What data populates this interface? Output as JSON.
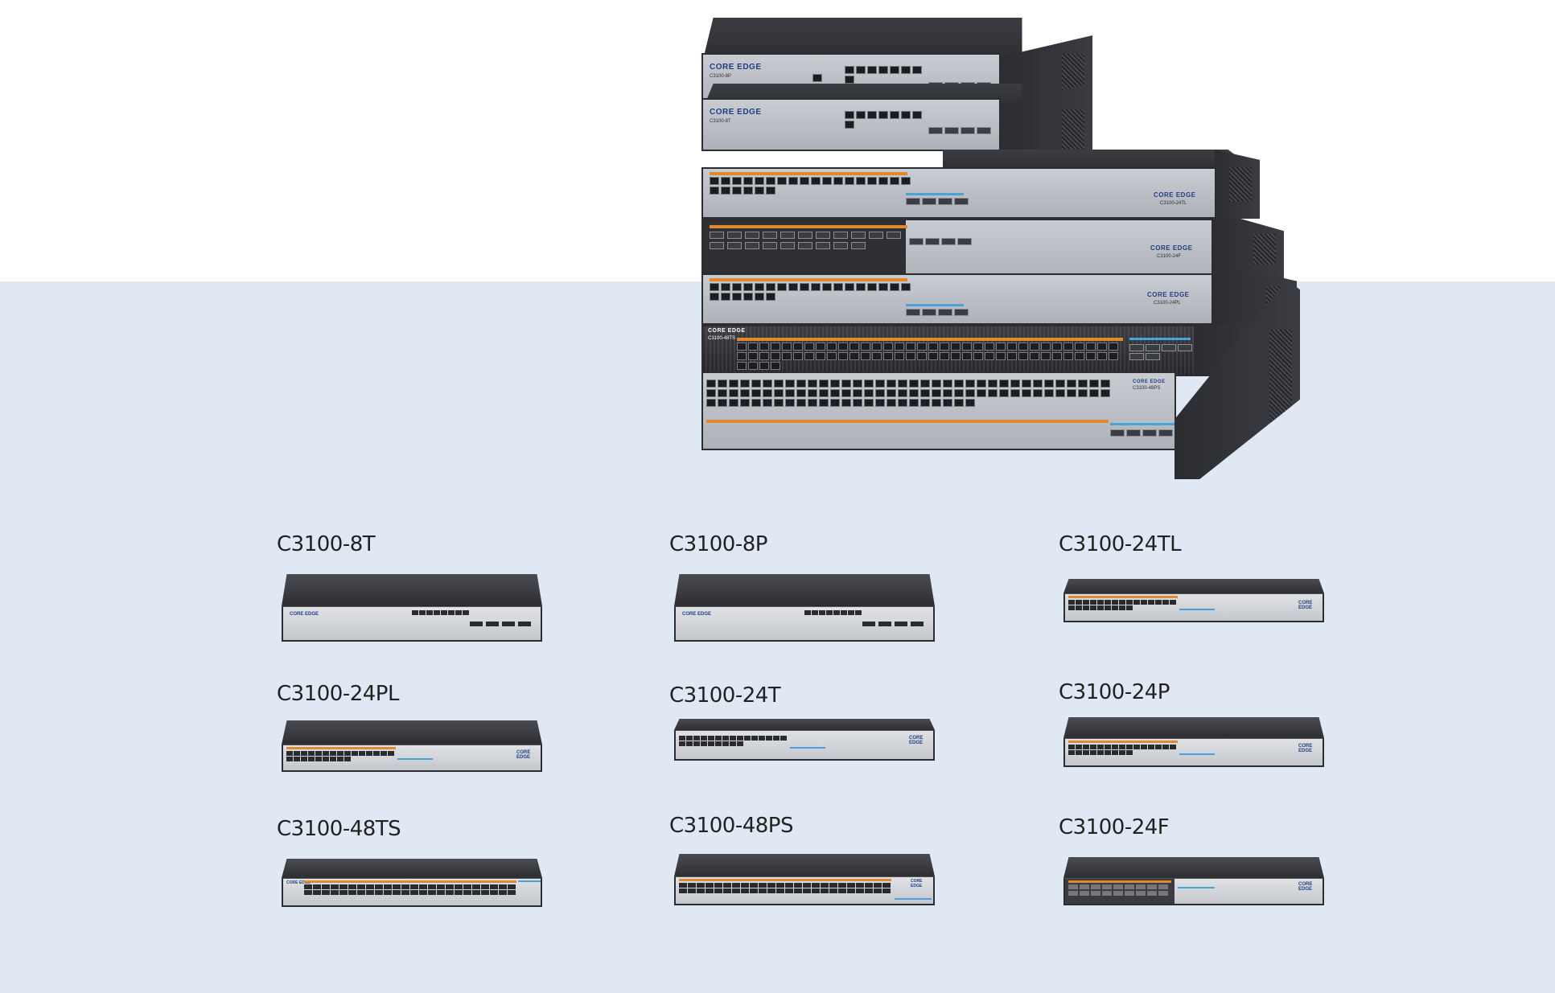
{
  "hero": {
    "units": [
      {
        "brand": "CORE EDGE",
        "model": "C3100-8P"
      },
      {
        "brand": "CORE EDGE",
        "model": "C3100-8T"
      },
      {
        "brand": "CORE EDGE",
        "model": "C3100-24TL"
      },
      {
        "brand": "CORE EDGE",
        "model": "C3100-24F"
      },
      {
        "brand": "CORE EDGE",
        "model": "C3100-24PL"
      },
      {
        "brand": "CORE EDGE",
        "model": "C3100-48TS"
      },
      {
        "brand": "CORE EDGE",
        "model": "C3100-48PS"
      }
    ]
  },
  "products": [
    {
      "name": "C3100-8T"
    },
    {
      "name": "C3100-8P"
    },
    {
      "name": "C3100-24TL"
    },
    {
      "name": "C3100-24PL"
    },
    {
      "name": "C3100-24T"
    },
    {
      "name": "C3100-24P"
    },
    {
      "name": "C3100-48TS"
    },
    {
      "name": "C3100-48PS"
    },
    {
      "name": "C3100-24F"
    }
  ],
  "colors": {
    "background_lower": "#dfe8f3",
    "poe_band": "#e0892f",
    "sfp_band": "#4aa3d8",
    "brand_blue": "#1d3f86",
    "chassis_dark": "#2b2d31"
  }
}
